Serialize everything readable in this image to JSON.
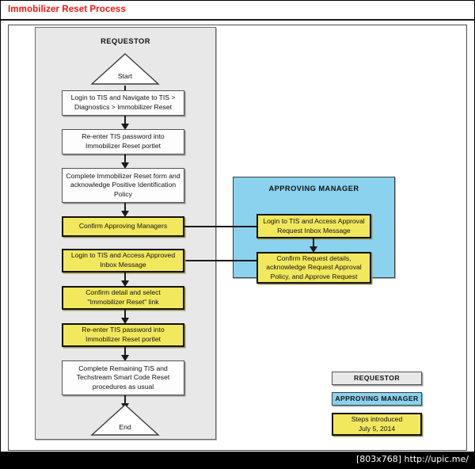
{
  "document": {
    "title": "Immobilizer Reset Process"
  },
  "lanes": {
    "requestor": {
      "title": "REQUESTOR"
    },
    "manager": {
      "title": "APPROVING MANAGER"
    }
  },
  "terminators": {
    "start": "Start",
    "end": "End"
  },
  "requestor_steps": [
    {
      "id": "r1",
      "text": "Login to TIS and Navigate to TIS > Diagnostics > Immobilizer Reset",
      "style": "plain"
    },
    {
      "id": "r2",
      "text": "Re-enter TIS password into Immobilizer Reset portlet",
      "style": "plain"
    },
    {
      "id": "r3",
      "text": "Complete Immobilizer Reset form and acknowledge Positive Identification Policy",
      "style": "plain"
    },
    {
      "id": "r4",
      "text": "Confirm Approving Managers",
      "style": "new"
    },
    {
      "id": "r5",
      "text": "Login to TIS and Access Approved Inbox Message",
      "style": "new"
    },
    {
      "id": "r6",
      "text": "Confirm detail and select \"Immobilizer Reset\" link",
      "style": "new"
    },
    {
      "id": "r7",
      "text": "Re-enter TIS password into Immobilizer Reset portlet",
      "style": "new"
    },
    {
      "id": "r8",
      "text": "Complete Remaining TIS and Techstream Smart Code Reset procedures as usual",
      "style": "plain"
    }
  ],
  "manager_steps": [
    {
      "id": "m1",
      "text": "Login to TIS and Access Approval Request Inbox Message",
      "style": "new"
    },
    {
      "id": "m2",
      "text": "Confirm Request details, acknowledge Request Approval Policy, and Approve Request",
      "style": "new"
    }
  ],
  "legend": {
    "requestor": "REQUESTOR",
    "manager": "APPROVING MANAGER",
    "new_line1": "Steps introduced",
    "new_line2": "July 5, 2014"
  },
  "footer": {
    "text": "[803x768] http://upic.me/"
  },
  "colors": {
    "title_red": "#f6150c",
    "lane_requestor": "#e8e8e8",
    "lane_manager": "#8ad2ee",
    "new_step_yellow": "#f2e85d",
    "connector": "#1a1a1a",
    "footer_bg": "#000000"
  }
}
